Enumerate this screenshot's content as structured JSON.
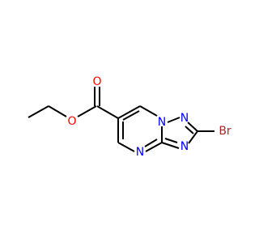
{
  "atoms": {
    "carbonyl_o": {
      "label": "O",
      "color": "#ff0000"
    },
    "ester_o": {
      "label": "O",
      "color": "#ff0000"
    },
    "n1": {
      "label": "N",
      "color": "#0000ff"
    },
    "n2": {
      "label": "N",
      "color": "#0000ff"
    },
    "n3": {
      "label": "N",
      "color": "#0000ff"
    },
    "n4": {
      "label": "N",
      "color": "#0000ff"
    },
    "br": {
      "label": "Br",
      "color": "#a52a2a"
    }
  },
  "colors": {
    "bond": "#000000",
    "oxygen": "#ff0000",
    "nitrogen": "#0000ff",
    "bromine": "#a52a2a"
  }
}
